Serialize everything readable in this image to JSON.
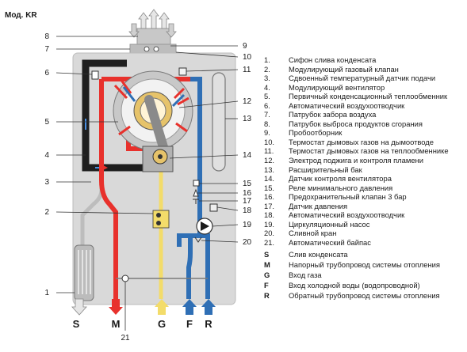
{
  "title": "Мод. KR",
  "callouts_left": [
    "8",
    "7",
    "6",
    "5",
    "4",
    "3",
    "2",
    "1"
  ],
  "callouts_right": [
    "9",
    "10",
    "11",
    "12",
    "13",
    "14",
    "15",
    "16",
    "17",
    "18",
    "19",
    "20"
  ],
  "callout_bottom": "21",
  "pipes": [
    "S",
    "M",
    "G",
    "F",
    "R"
  ],
  "legend": [
    {
      "num": "1.",
      "text": "Сифон слива  конденсата"
    },
    {
      "num": "2.",
      "text": "Модулирующий газовый клапан"
    },
    {
      "num": "3.",
      "text": "Сдвоенный температурный датчик подачи"
    },
    {
      "num": "4.",
      "text": "Модулирующий вентилятор"
    },
    {
      "num": "5.",
      "text": "Первичный конденсационный теплообменник"
    },
    {
      "num": "6.",
      "text": "Автоматический воздухоотводчик"
    },
    {
      "num": "7.",
      "text": "Патрубок забора воздуха"
    },
    {
      "num": "8.",
      "text": "Патрубок выброса продуктов сгорания"
    },
    {
      "num": "9.",
      "text": "Пробоотборник"
    },
    {
      "num": "10.",
      "text": "Термостат дымовых газов на дымоотводе"
    },
    {
      "num": "11.",
      "text": "Термостат дымовых газов на теплообменнике"
    },
    {
      "num": "12.",
      "text": "Электрод поджига и контроля пламени"
    },
    {
      "num": "13.",
      "text": "Расширительный бак"
    },
    {
      "num": "14.",
      "text": "Датчик контроля вентилятора"
    },
    {
      "num": "15.",
      "text": "Реле минимального давления"
    },
    {
      "num": "16.",
      "text": "Предохранительный клапан 3 бар"
    },
    {
      "num": "17.",
      "text": "Датчик давления"
    },
    {
      "num": "18.",
      "text": "Автоматический воздухоотводчик"
    },
    {
      "num": "19.",
      "text": "Циркуляционный насос"
    },
    {
      "num": "20.",
      "text": "Сливной кран"
    },
    {
      "num": "21.",
      "text": "Автоматический байпас"
    }
  ],
  "codes": [
    {
      "key": "S",
      "text": "Слив конденсата"
    },
    {
      "key": "M",
      "text": "Напорный трубопровод системы отопления"
    },
    {
      "key": "G",
      "text": "Вход газа"
    },
    {
      "key": "F",
      "text": "Вход холодной воды (водопроводной)"
    },
    {
      "key": "R",
      "text": "Обратный трубопровод системы отопления"
    }
  ],
  "colors": {
    "flow_red": "#e8312c",
    "return_blue": "#2f6fb5",
    "gas_yellow": "#f3dc6a",
    "flue_dark": "#1f1f1f",
    "casing_gray": "#d9d9d9"
  }
}
